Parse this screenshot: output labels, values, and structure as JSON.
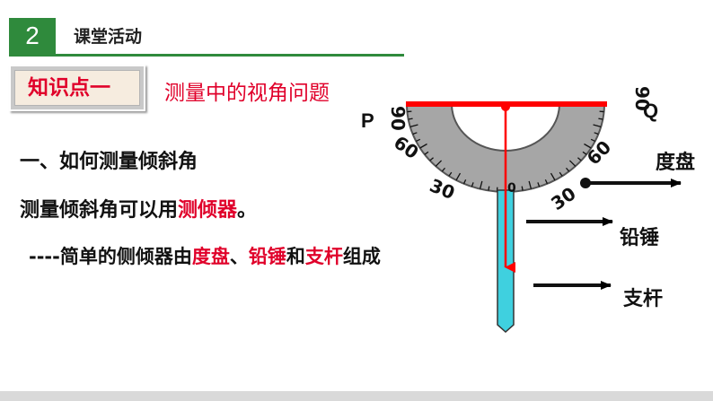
{
  "header": {
    "section_number": "2",
    "title": "课堂活动"
  },
  "knowledge_point": {
    "label": "知识点一",
    "title": "测量中的视角问题"
  },
  "content": {
    "heading": "一、如何测量倾斜角",
    "line2_prefix": "测量倾斜角可以用",
    "line2_highlight": "测倾器",
    "line2_suffix": "。",
    "line3_prefix": "----简单的侧倾器由",
    "line3_part1": "度盘",
    "line3_sep1": "、",
    "line3_part2": "铅锤",
    "line3_sep2": "和",
    "line3_part3": "支杆",
    "line3_suffix": "组成"
  },
  "diagram": {
    "label_p": "P",
    "label_q": "Q",
    "tick_90_left": "90",
    "tick_60_left": "60",
    "tick_30_left": "30",
    "tick_90_right": "90",
    "tick_60_right": "60",
    "tick_30_right": "30",
    "tick_0": "0",
    "label_dial": "度盘",
    "label_plumb": "铅锤",
    "label_rod": "支杆",
    "colors": {
      "dial": "#a6a6a6",
      "rod": "#3fd0df",
      "red": "#ff0000",
      "accent_green": "#2f8a3c"
    }
  }
}
